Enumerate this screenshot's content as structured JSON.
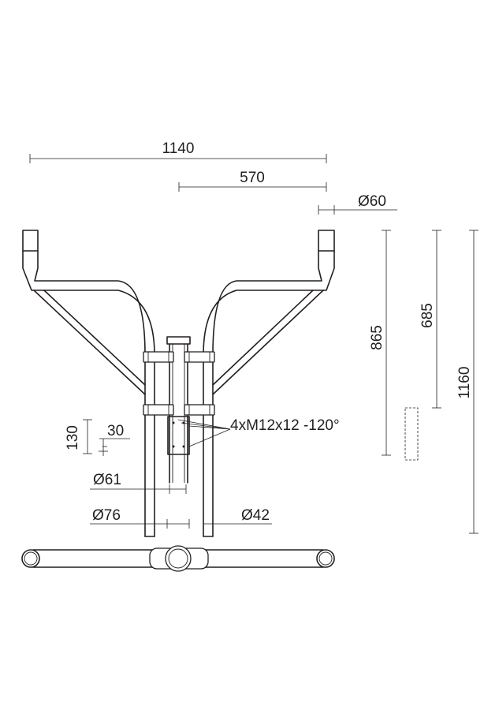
{
  "dimensions": {
    "overall_width": "1140",
    "half_width": "570",
    "top_diameter": "Ø60",
    "height_865": "865",
    "height_685": "685",
    "overall_height": "1160",
    "bolt_spec": "4xM12x12 -120°",
    "plate_height": "130",
    "plate_width": "30",
    "inner_diameter": "Ø61",
    "pole_diameter": "Ø76",
    "arm_diameter": "Ø42"
  },
  "colors": {
    "line": "#231f20",
    "background": "#ffffff"
  }
}
